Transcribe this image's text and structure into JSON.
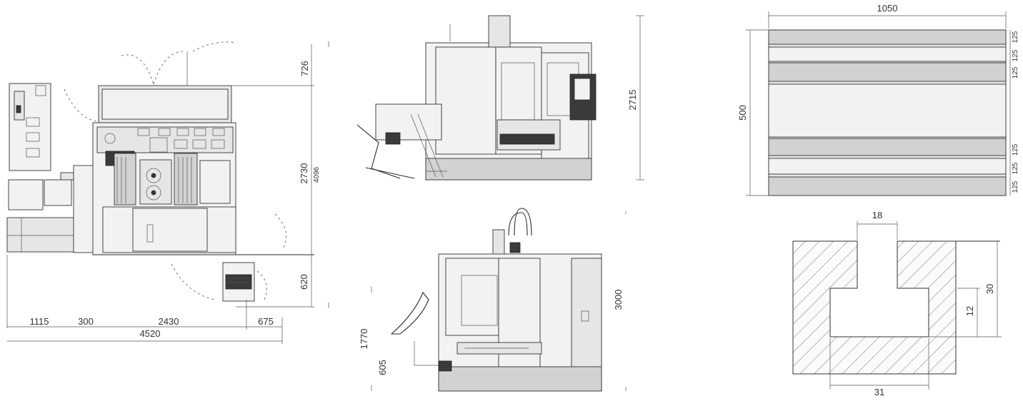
{
  "front_view": {
    "dim_top_clearance": "726",
    "dim_height": "2730",
    "dim_height_alt": "4096",
    "dim_bottom_clearance": "620",
    "dim_left": "1115",
    "dim_gap": "300",
    "dim_width": "2430",
    "dim_right": "675",
    "dim_total": "4520"
  },
  "side_view": {
    "dim_height": "2715"
  },
  "rear_view": {
    "dim_height": "3000",
    "dim_left_upper": "1770",
    "dim_left_lower": "605"
  },
  "table_view": {
    "dim_length": "1050",
    "dim_width": "500",
    "dim_slot_top_a": "125",
    "dim_slot_top_b": "125",
    "dim_slot_top_c": "125",
    "dim_slot_bot_a": "125",
    "dim_slot_bot_b": "125",
    "dim_slot_bot_c": "125"
  },
  "t_slot_detail": {
    "dim_slot_width": "18",
    "dim_depth": "30",
    "dim_head_height": "12",
    "dim_head_width": "31"
  }
}
